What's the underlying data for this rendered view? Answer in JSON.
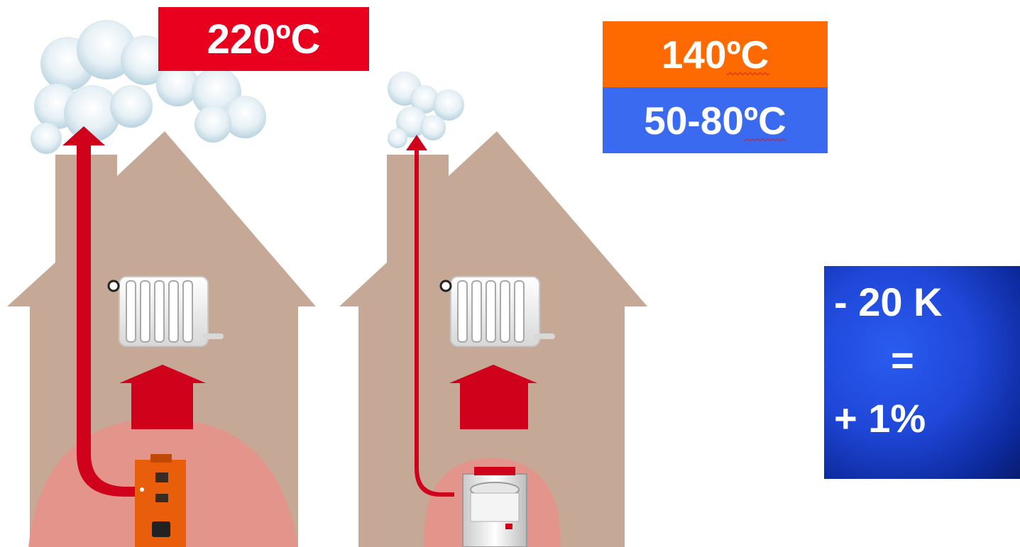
{
  "old_boiler": {
    "flue_temperature": "220 ",
    "unit": "ºC",
    "label_color": "#e8001e"
  },
  "new_boiler": {
    "flue_temperature": "140 ",
    "flue_unit": "ºC",
    "flue_label_color": "#ff6a00",
    "return_temperature": "50-80 ",
    "return_unit": "ºC",
    "return_label_color": "#3a6af0"
  },
  "rule": {
    "line1": "- 20 K",
    "line2": "=",
    "line3": "+ 1%"
  },
  "colors": {
    "house": "#c5a896",
    "arrow": "#d0021b",
    "heat_zone": "#e8928a",
    "smoke": "#c8dde8"
  },
  "icons": [
    "house-icon",
    "smoke-cloud-icon",
    "flue-arrow-icon",
    "radiator-icon",
    "heat-up-arrow-icon",
    "old-boiler-icon",
    "condensing-boiler-icon"
  ]
}
